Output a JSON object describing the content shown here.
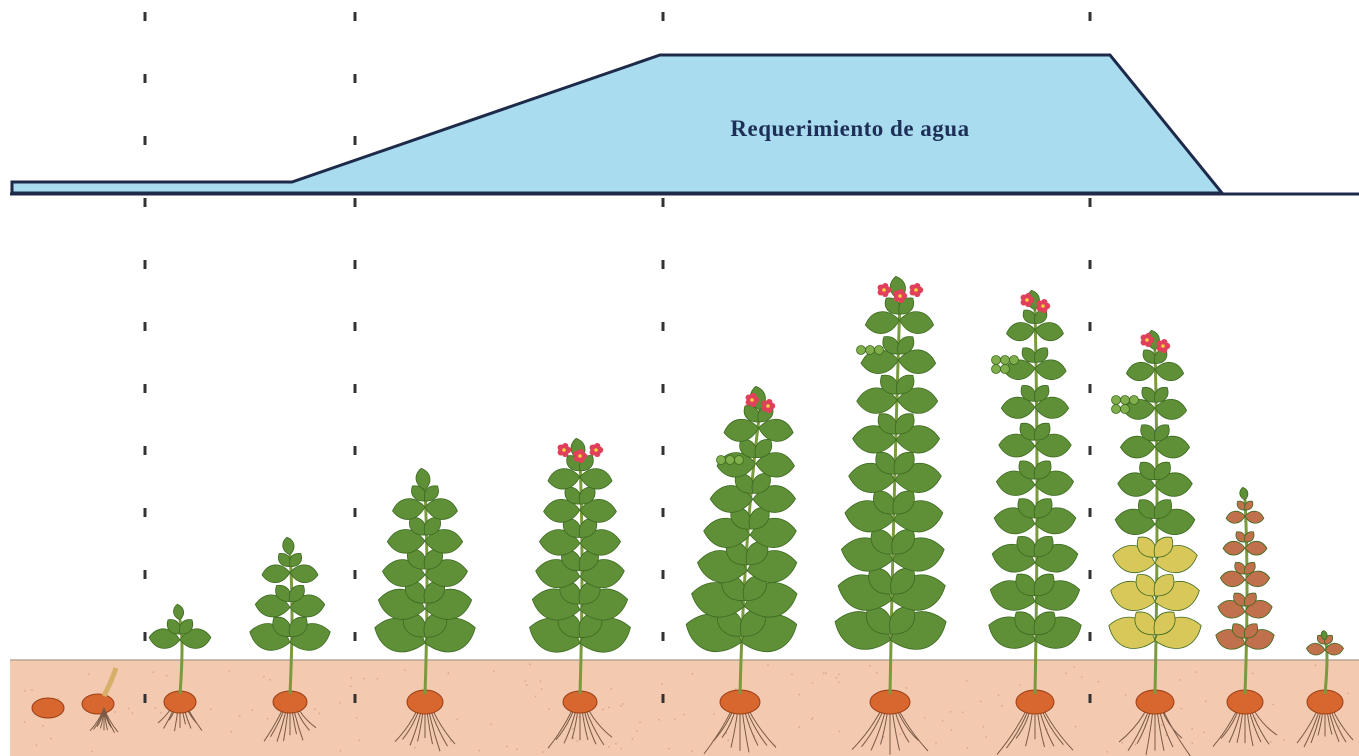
{
  "diagram": {
    "water_requirement_label": "Requerimiento de agua",
    "colors": {
      "water_fill": "#a9dcef",
      "outline": "#1d2a4a",
      "soil": "#f3c9b0",
      "soil_line": "#b9a59a",
      "leaf": "#5f8f36",
      "leaf_dark": "#3d6a22",
      "leaf_yellow": "#d8c85a",
      "leaf_brown": "#c0704a",
      "stem": "#7a9a3e",
      "tuber": "#d7662f",
      "flower": "#e0405a",
      "root": "#7a5a45",
      "divider": "#333333"
    },
    "stages": [
      {
        "stage": 1,
        "kind": "seed-tubers"
      },
      {
        "stage": 2,
        "kind": "emergence"
      },
      {
        "stage": 3,
        "kind": "vegetative"
      },
      {
        "stage": 4,
        "kind": "vegetative"
      },
      {
        "stage": 5,
        "kind": "flowering"
      },
      {
        "stage": 6,
        "kind": "flowering"
      },
      {
        "stage": 7,
        "kind": "full-flowering"
      },
      {
        "stage": 8,
        "kind": "fruiting"
      },
      {
        "stage": 9,
        "kind": "yellowing"
      },
      {
        "stage": 10,
        "kind": "senescence"
      },
      {
        "stage": 11,
        "kind": "dry"
      }
    ]
  }
}
